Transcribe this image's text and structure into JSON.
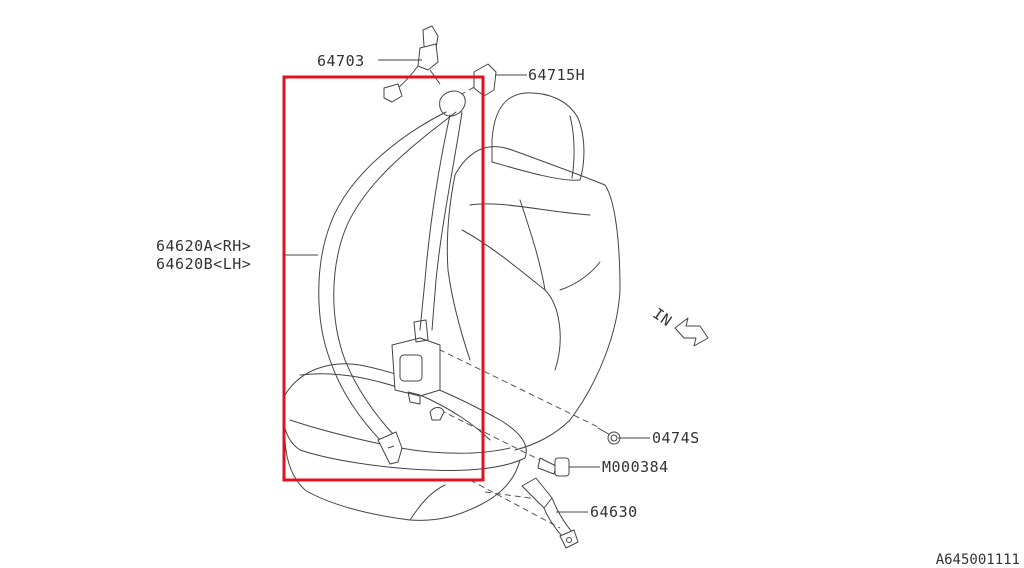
{
  "labels": {
    "p64703": "64703",
    "p64715h": "64715H",
    "p64620a": "64620A<RH>",
    "p64620b": "64620B<LH>",
    "p0474s": "0474S",
    "pm000384": "M000384",
    "p64630": "64630",
    "in_arrow": "IN"
  },
  "diagram_code": "A645001111",
  "colors": {
    "highlight": "#e0141e",
    "line": "#444444",
    "text": "#333333"
  }
}
